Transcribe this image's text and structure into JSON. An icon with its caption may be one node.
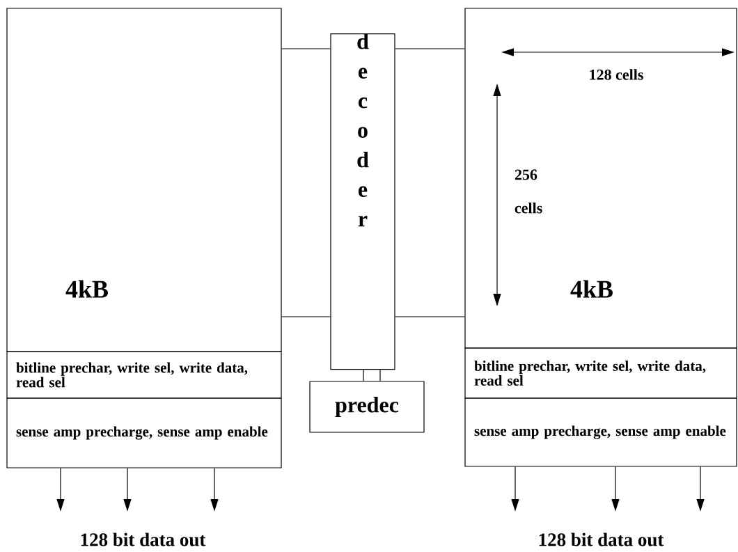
{
  "diagram": {
    "nodes": [
      {
        "text": [
          "4kB"
        ]
      },
      {
        "text": [
          "bitline prechar, write sel, write data, read sel"
        ]
      },
      {
        "text": [
          "sense amp precharge, sense amp enable"
        ]
      },
      {
        "text": [
          "d e c o d e r"
        ]
      },
      {
        "text": [
          "predec"
        ]
      },
      {
        "text": [
          "4kB"
        ]
      },
      {
        "text": [
          "bitline prechar, write sel, write data, read sel"
        ]
      },
      {
        "text": [
          "sense amp precharge, sense amp enable"
        ]
      },
      {
        "text": [
          "128 bit data out"
        ]
      },
      {
        "text": [
          "128 bit data out"
        ]
      }
    ],
    "edges": [
      {
        "from": 0,
        "to": 3,
        "arrow": "none"
      },
      {
        "from": 0,
        "to": 3,
        "arrow": "none"
      },
      {
        "from": 3,
        "to": 5,
        "arrow": "none"
      },
      {
        "from": 3,
        "to": 5,
        "arrow": "none"
      },
      {
        "from": 3,
        "to": 4,
        "arrow": "none"
      },
      {
        "from": 3,
        "to": 4,
        "arrow": "none"
      },
      {
        "from": 2,
        "to": 8,
        "arrow": "to"
      },
      {
        "from": 2,
        "to": 8,
        "arrow": "to"
      },
      {
        "from": 2,
        "to": 8,
        "arrow": "to"
      },
      {
        "from": 7,
        "to": 9,
        "arrow": "to"
      },
      {
        "from": 7,
        "to": 9,
        "arrow": "to"
      },
      {
        "from": 7,
        "to": 9,
        "arrow": "to"
      }
    ],
    "labels": [
      "128 cells",
      "256 cells"
    ]
  }
}
